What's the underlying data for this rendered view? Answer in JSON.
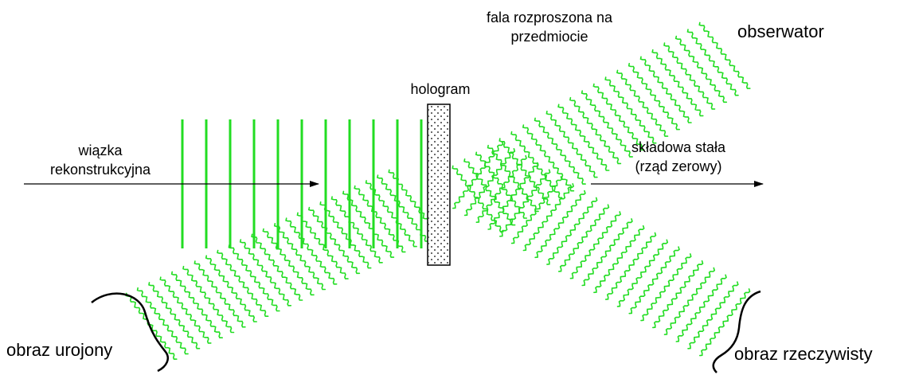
{
  "labels": {
    "scattered_wave": [
      "fala rozproszona na",
      "przedmiocie"
    ],
    "observer": "obserwator",
    "hologram": "hologram",
    "reconstruction_beam": [
      "wiązka",
      "rekonstrukcyjna"
    ],
    "zero_order": [
      "składowa stała",
      "(rząd zerowy)"
    ],
    "virtual_image": "obraz urojony",
    "real_image": "obraz rzeczywisty"
  },
  "colors": {
    "wave": "#22dd22",
    "line": "#000000",
    "background": "#ffffff"
  },
  "icons": {
    "beam_arrow": "arrow-right",
    "image_bracket": "curly-bracket",
    "hologram_plate": "dotted-rectangle"
  }
}
